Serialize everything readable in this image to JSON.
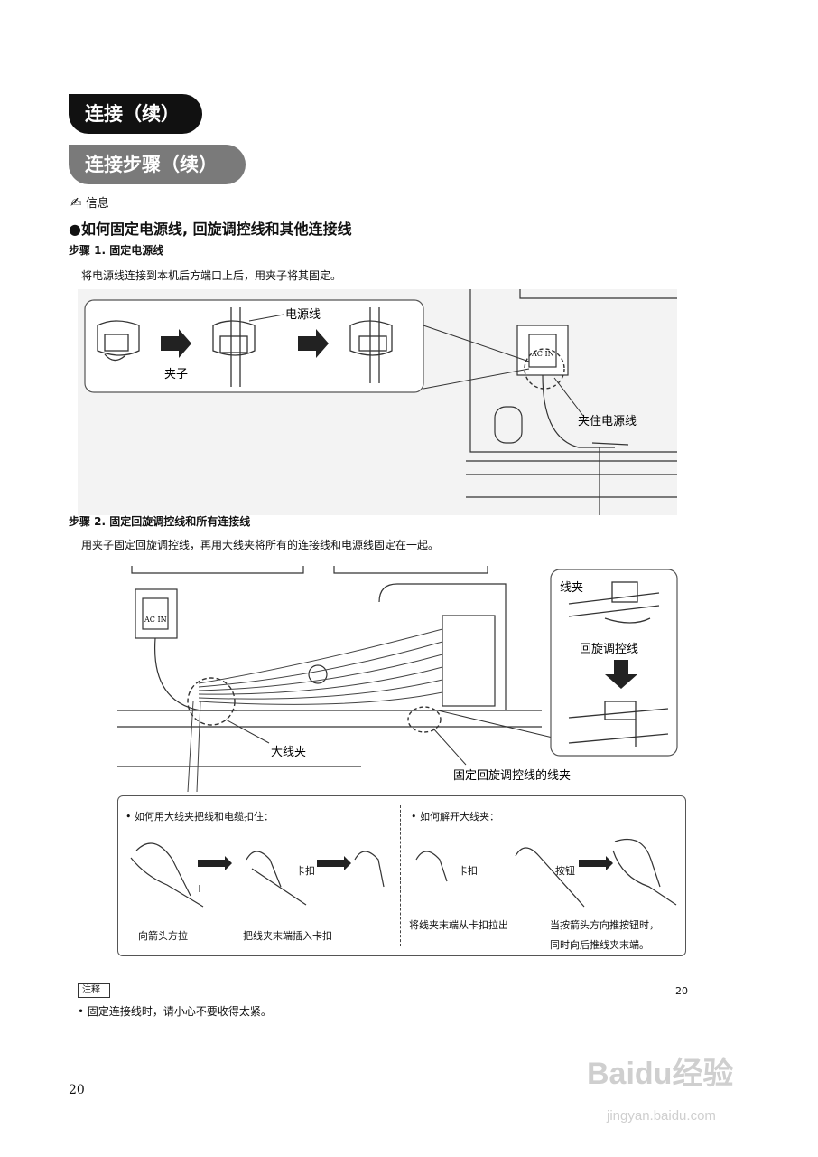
{
  "header": {
    "section_title": "连接（续）",
    "subsection_title": "连接步骤（续）"
  },
  "info": {
    "label": "信息"
  },
  "main": {
    "heading": "●如何固定电源线, 回旋调控线和其他连接线",
    "step1": {
      "title": "步骤 1. 固定电源线",
      "text": "将电源线连接到本机后方端口上后，用夹子将其固定。",
      "figure": {
        "clip_label": "夹子",
        "power_cord_label": "电源线",
        "clamp_label": "夹住电源线",
        "ac_in_label": "AC IN"
      }
    },
    "step2": {
      "title": "步骤 2. 固定回旋调控线和所有连接线",
      "text": "用夹子固定回旋调控线，再用大线夹将所有的连接线和电源线固定在一起。",
      "figure": {
        "wire_clip_label": "线夹",
        "swivel_cable_label": "回旋调控线",
        "big_clamp_label": "大线夹",
        "swivel_clip_label": "固定回旋调控线的线夹",
        "ac_in_label": "AC IN"
      },
      "instructions": {
        "bind_title": "• 如何用大线夹把线和电缆扣住：",
        "release_title": "• 如何解开大线夹：",
        "bind_caption_1": "向箭头方拉",
        "bind_caption_2": "把线夹末端插入卡扣",
        "buckle_label_a": "卡扣",
        "buckle_label_b": "卡扣",
        "button_label": "按钮",
        "release_caption_1": "将线夹末端从卡扣拉出",
        "release_caption_2a": "当按箭头方向推按钮时，",
        "release_caption_2b": "同时向后推线夹末端。"
      }
    }
  },
  "note": {
    "tag": "注释",
    "text": "• 固定连接线时，请小心不要收得太紧。",
    "page_number_right": "20"
  },
  "footer": {
    "page_number": "20",
    "watermark_brand": "Baidu经验",
    "watermark_url": "jingyan.baidu.com"
  },
  "colors": {
    "pill_dark": "#111111",
    "pill_gray": "#7a7a7a",
    "figure_bg": "#f3f3f3"
  }
}
